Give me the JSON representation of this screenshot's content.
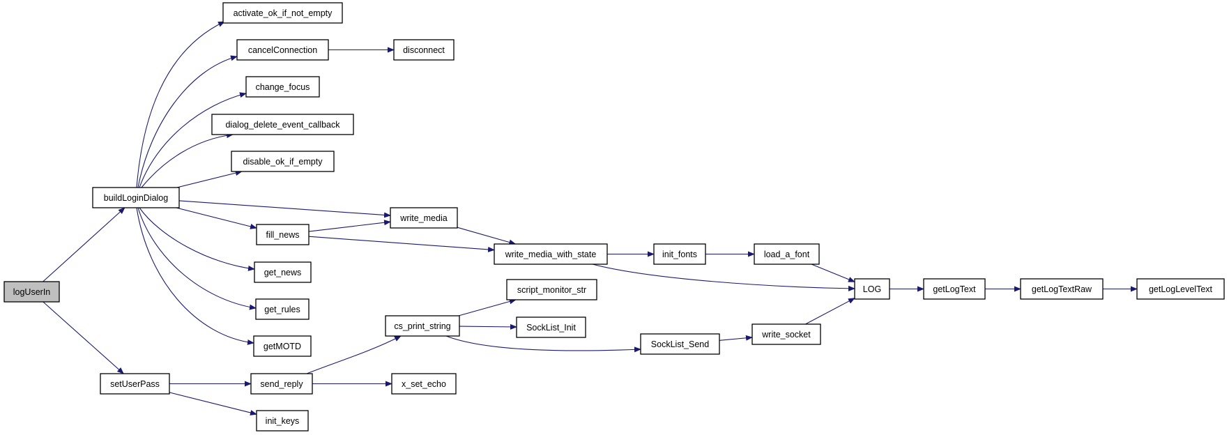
{
  "graph": {
    "edge_color": "#191970",
    "root_fill": "#bfbfbf",
    "nodes": [
      {
        "id": "logUserIn",
        "label": "logUserIn",
        "root": true
      },
      {
        "id": "buildLoginDialog",
        "label": "buildLoginDialog"
      },
      {
        "id": "setUserPass",
        "label": "setUserPass"
      },
      {
        "id": "activate_ok_if_not_empty",
        "label": "activate_ok_if_not_empty"
      },
      {
        "id": "cancelConnection",
        "label": "cancelConnection"
      },
      {
        "id": "disconnect",
        "label": "disconnect"
      },
      {
        "id": "change_focus",
        "label": "change_focus"
      },
      {
        "id": "dialog_delete_event_callback",
        "label": "dialog_delete_event_callback"
      },
      {
        "id": "disable_ok_if_empty",
        "label": "disable_ok_if_empty"
      },
      {
        "id": "write_media",
        "label": "write_media"
      },
      {
        "id": "fill_news",
        "label": "fill_news"
      },
      {
        "id": "write_media_with_state",
        "label": "write_media_with_state"
      },
      {
        "id": "get_news",
        "label": "get_news"
      },
      {
        "id": "get_rules",
        "label": "get_rules"
      },
      {
        "id": "getMOTD",
        "label": "getMOTD"
      },
      {
        "id": "init_fonts",
        "label": "init_fonts"
      },
      {
        "id": "load_a_font",
        "label": "load_a_font"
      },
      {
        "id": "LOG",
        "label": "LOG"
      },
      {
        "id": "getLogText",
        "label": "getLogText"
      },
      {
        "id": "getLogTextRaw",
        "label": "getLogTextRaw"
      },
      {
        "id": "getLogLevelText",
        "label": "getLogLevelText"
      },
      {
        "id": "cs_print_string",
        "label": "cs_print_string"
      },
      {
        "id": "script_monitor_str",
        "label": "script_monitor_str"
      },
      {
        "id": "SockList_Init",
        "label": "SockList_Init"
      },
      {
        "id": "SockList_Send",
        "label": "SockList_Send"
      },
      {
        "id": "write_socket",
        "label": "write_socket"
      },
      {
        "id": "send_reply",
        "label": "send_reply"
      },
      {
        "id": "x_set_echo",
        "label": "x_set_echo"
      },
      {
        "id": "init_keys",
        "label": "init_keys"
      }
    ],
    "edges": [
      [
        "logUserIn",
        "buildLoginDialog"
      ],
      [
        "logUserIn",
        "setUserPass"
      ],
      [
        "buildLoginDialog",
        "activate_ok_if_not_empty"
      ],
      [
        "buildLoginDialog",
        "cancelConnection"
      ],
      [
        "buildLoginDialog",
        "change_focus"
      ],
      [
        "buildLoginDialog",
        "dialog_delete_event_callback"
      ],
      [
        "buildLoginDialog",
        "disable_ok_if_empty"
      ],
      [
        "buildLoginDialog",
        "write_media"
      ],
      [
        "buildLoginDialog",
        "fill_news"
      ],
      [
        "buildLoginDialog",
        "get_news"
      ],
      [
        "buildLoginDialog",
        "get_rules"
      ],
      [
        "buildLoginDialog",
        "getMOTD"
      ],
      [
        "cancelConnection",
        "disconnect"
      ],
      [
        "fill_news",
        "write_media"
      ],
      [
        "fill_news",
        "write_media_with_state"
      ],
      [
        "write_media",
        "write_media_with_state"
      ],
      [
        "write_media_with_state",
        "init_fonts"
      ],
      [
        "write_media_with_state",
        "LOG"
      ],
      [
        "init_fonts",
        "load_a_font"
      ],
      [
        "load_a_font",
        "LOG"
      ],
      [
        "LOG",
        "getLogText"
      ],
      [
        "getLogText",
        "getLogTextRaw"
      ],
      [
        "getLogTextRaw",
        "getLogLevelText"
      ],
      [
        "setUserPass",
        "send_reply"
      ],
      [
        "setUserPass",
        "init_keys"
      ],
      [
        "send_reply",
        "cs_print_string"
      ],
      [
        "send_reply",
        "x_set_echo"
      ],
      [
        "cs_print_string",
        "script_monitor_str"
      ],
      [
        "cs_print_string",
        "SockList_Init"
      ],
      [
        "cs_print_string",
        "SockList_Send"
      ],
      [
        "SockList_Send",
        "write_socket"
      ],
      [
        "write_socket",
        "LOG"
      ]
    ]
  }
}
